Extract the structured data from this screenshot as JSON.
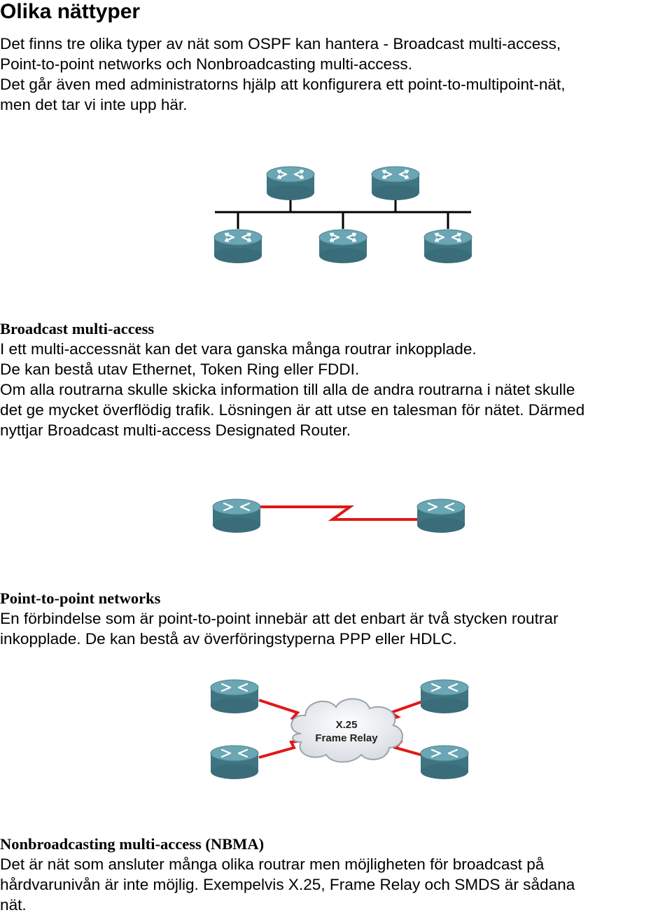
{
  "title": "Olika nättyper",
  "intro": {
    "lines": [
      "Det finns tre olika typer av nät som OSPF kan hantera - Broadcast multi-access,",
      "Point-to-point networks och Nonbroadcasting multi-access.",
      "Det går även med administratorns hjälp att konfigurera ett point-to-multipoint-nät,",
      "men det tar vi inte upp här."
    ]
  },
  "broadcast": {
    "heading": "Broadcast multi-access",
    "lines": [
      "I ett multi-accessnät kan det vara ganska många routrar inkopplade.",
      "De kan bestå utav Ethernet, Token Ring eller FDDI.",
      "Om alla routrarna skulle skicka information till alla de andra routrarna i nätet skulle",
      "det ge mycket överflödig trafik. Lösningen är att utse en talesman för nätet. Därmed",
      "nyttjar Broadcast multi-access Designated Router."
    ]
  },
  "p2p": {
    "heading": "Point-to-point networks",
    "lines": [
      "En förbindelse som är point-to-point innebär att det enbart är två stycken routrar",
      "inkopplade. De kan bestå av överföringstyperna PPP eller HDLC."
    ]
  },
  "nbma": {
    "heading": "Nonbroadcasting multi-access (NBMA)",
    "lines": [
      "Det är nät som ansluter många olika routrar men möjligheten för broadcast på",
      "hårdvarunivån är inte möjlig. Exempelvis X.25, Frame Relay och SMDS är sådana",
      "nät."
    ],
    "cloud_label_line1": "X.25",
    "cloud_label_line2": "Frame Relay"
  },
  "colors": {
    "router_top": "#5f9aa8",
    "router_side": "#3f7482",
    "link_red": "#e01818",
    "bus_line": "#000000"
  }
}
